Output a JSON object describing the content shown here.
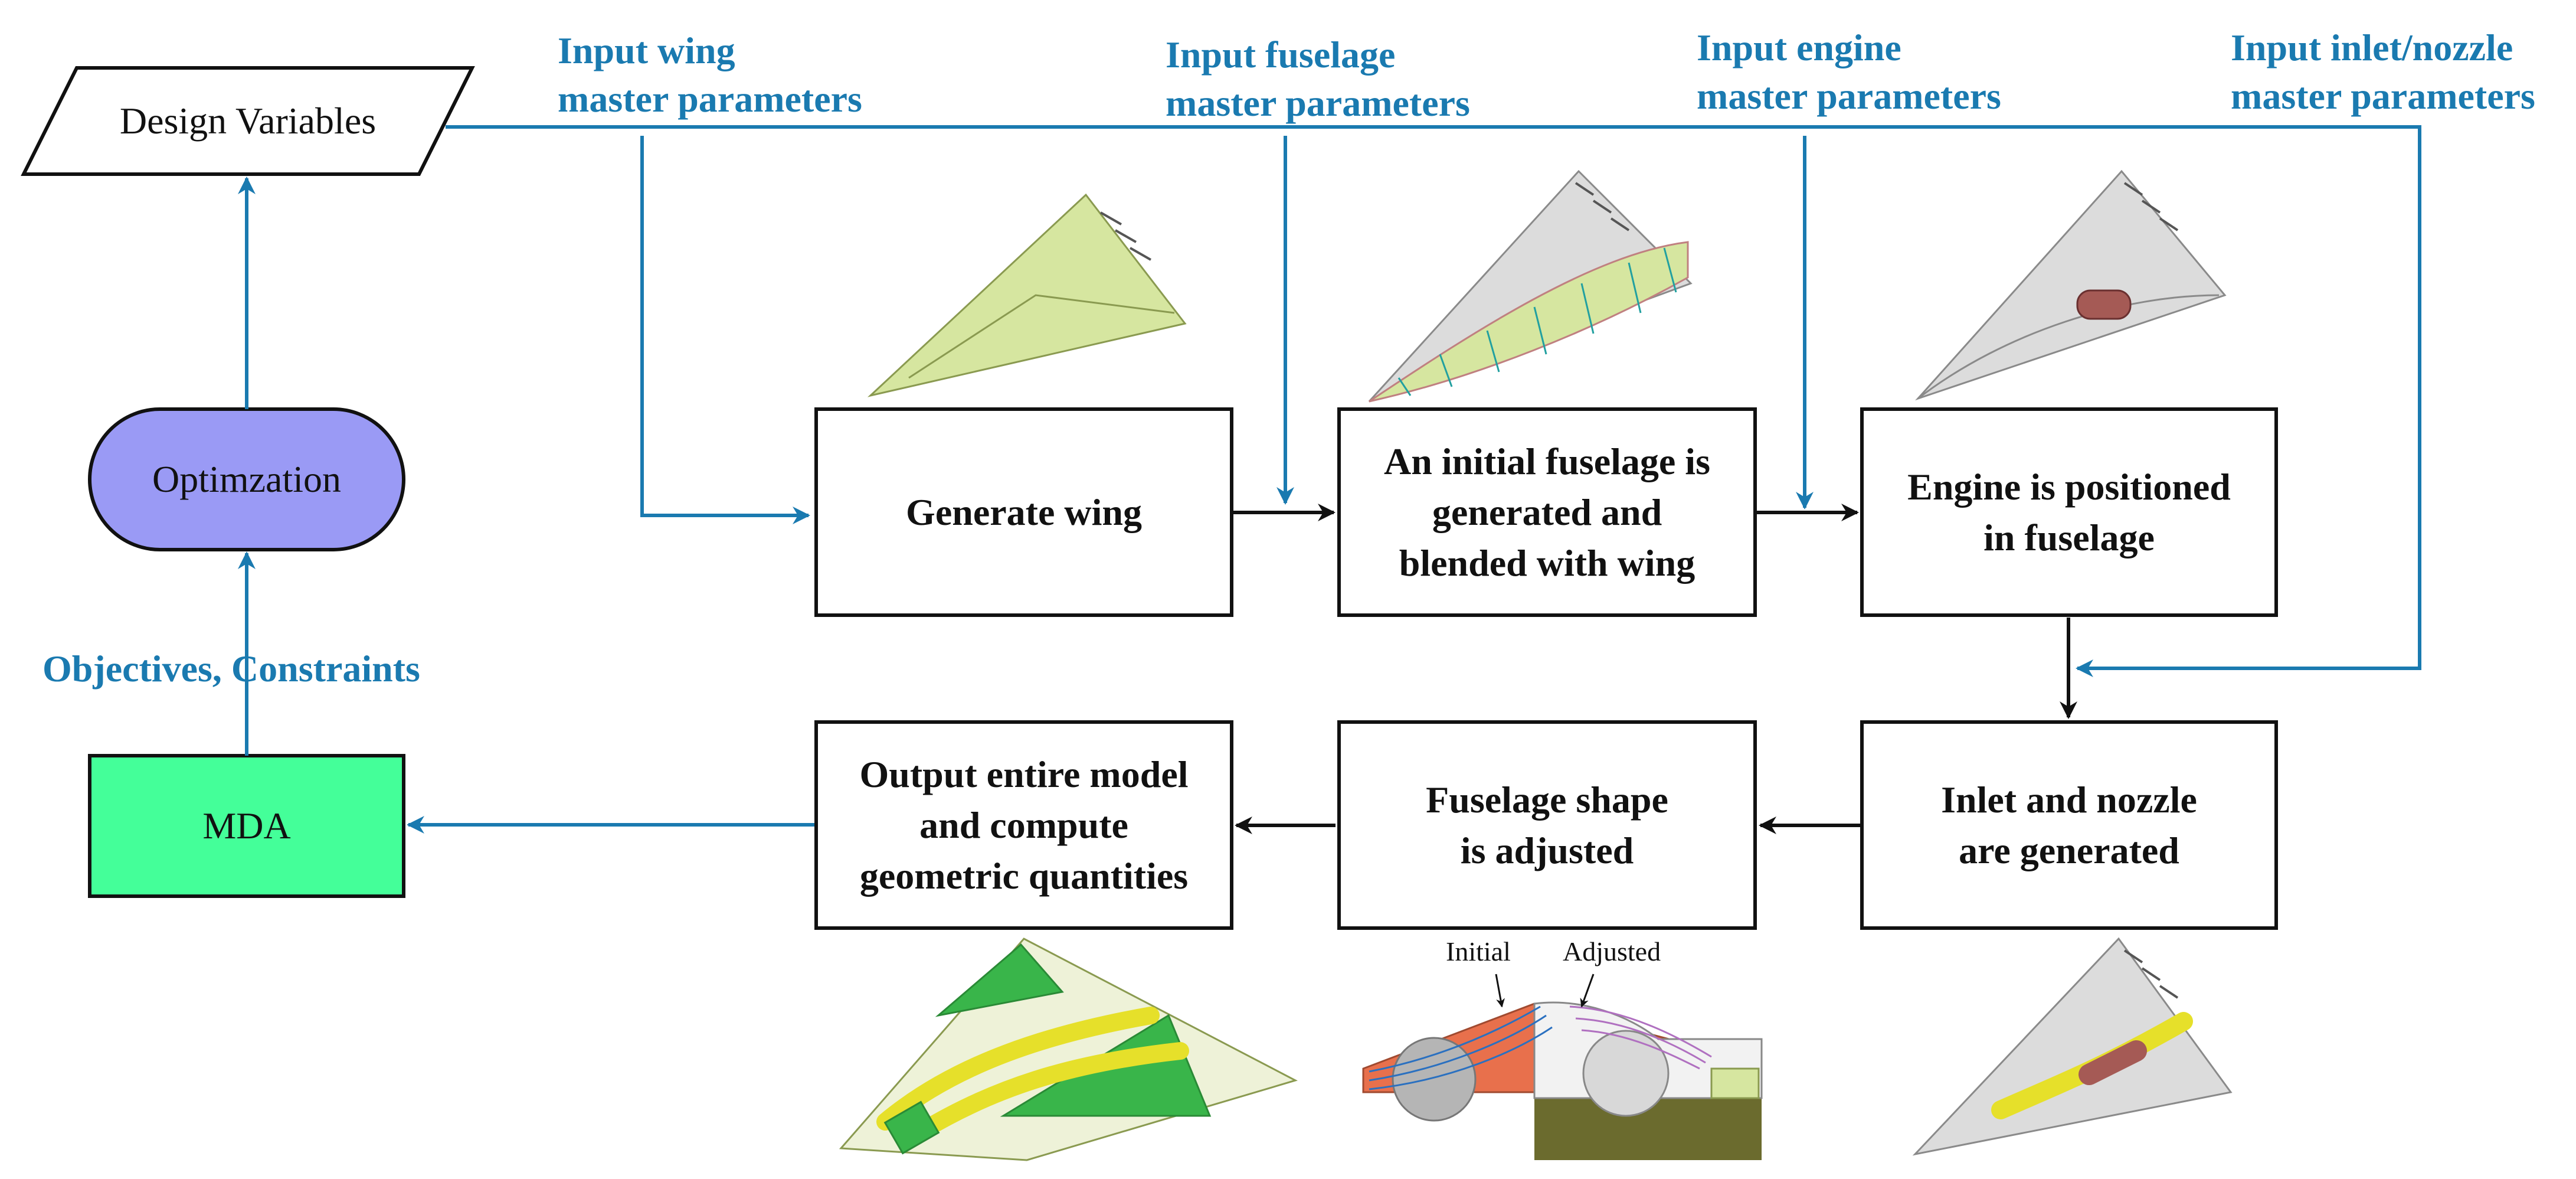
{
  "diagram": {
    "design_variables": "Design Variables",
    "optimization": "Optimzation",
    "mda": "MDA",
    "objectives_label": "Objectives, Constraints",
    "inputs": {
      "wing": "Input wing\nmaster parameters",
      "fuselage": "Input fuselage\nmaster parameters",
      "engine": "Input engine\nmaster parameters",
      "inlet": "Input inlet/nozzle\nmaster parameters"
    },
    "steps": {
      "generate_wing": "Generate wing",
      "initial_fuselage": "An initial fuselage is\ngenerated and\nblended with wing",
      "engine_positioned": "Engine is positioned\nin fuselage",
      "inlet_nozzle": "Inlet and nozzle\nare generated",
      "fuselage_adjusted": "Fuselage shape\nis adjusted",
      "output_model": "Output entire model\nand compute\ngeometric quantities"
    },
    "annotations": {
      "initial": "Initial",
      "adjusted": "Adjusted"
    },
    "colors": {
      "flow_blue": "#1a7ab0",
      "optimization_fill": "#9a9af5",
      "mda_fill": "#44ff99",
      "wing_fill": "#d6e6a0",
      "fuselage_gray": "#dcdcdc",
      "engine_red": "#a55a55",
      "inlet_yellow": "#e6e02a",
      "green_panel": "#39b54a",
      "section_red": "#e8704c",
      "section_olive": "#6b6b2e"
    }
  }
}
